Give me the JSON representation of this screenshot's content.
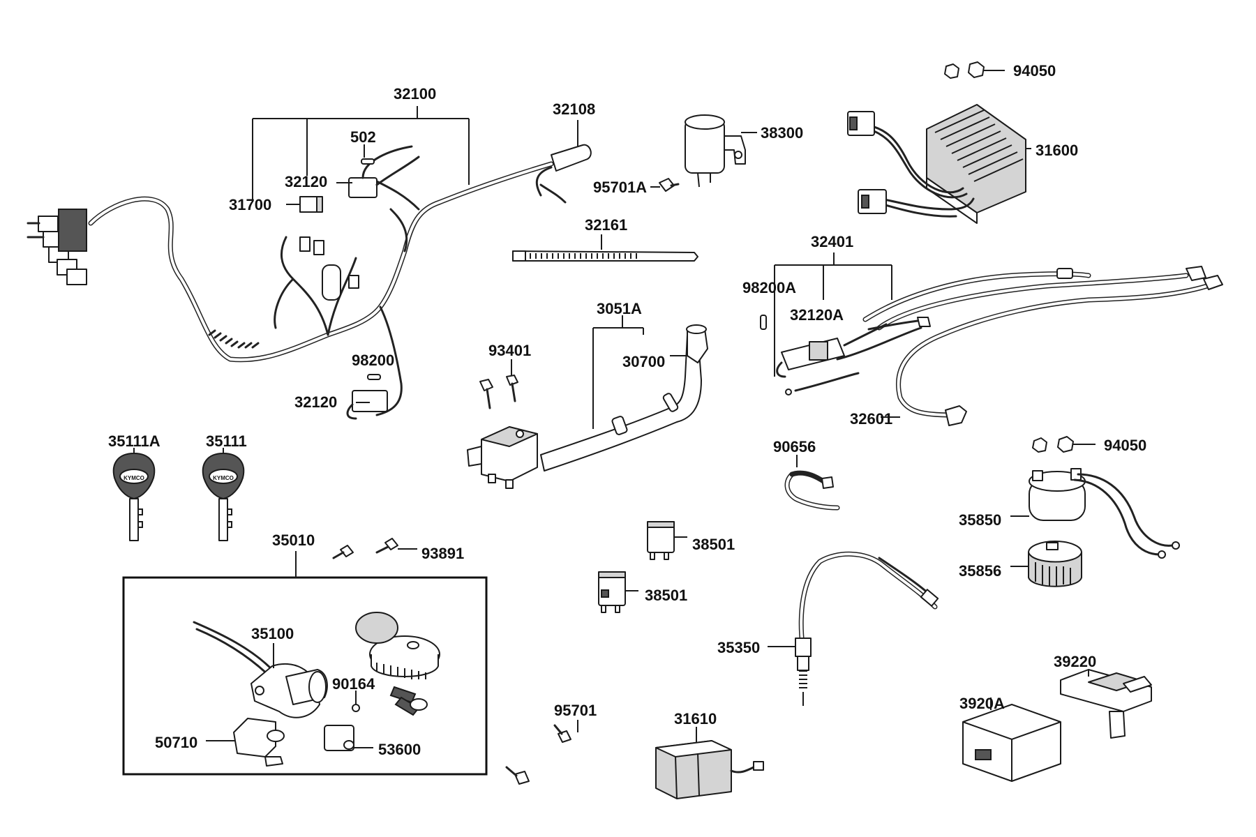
{
  "diagram": {
    "parts": {
      "p32100": "32100",
      "p32108": "32108",
      "p502": "502",
      "p32120_top": "32120",
      "p31700": "31700",
      "p98200": "98200",
      "p32120_bottom": "32120",
      "p38300": "38300",
      "p95701A": "95701A",
      "p32161": "32161",
      "p94050_top": "94050",
      "p31600": "31600",
      "p32401": "32401",
      "p98200A": "98200A",
      "p32120A": "32120A",
      "p32601": "32601",
      "p3051A": "3051A",
      "p30700": "30700",
      "p93401": "93401",
      "p35111A": "35111A",
      "p35111": "35111",
      "p35010": "35010",
      "p93891": "93891",
      "p35100": "35100",
      "p90164": "90164",
      "p50710": "50710",
      "p53600": "53600",
      "p90656": "90656",
      "p94050_mid": "94050",
      "p35850": "35850",
      "p35856": "35856",
      "p38501_a": "38501",
      "p38501_b": "38501",
      "p35350": "35350",
      "p95701": "95701",
      "p31610": "31610",
      "p39220": "39220",
      "p3920A": "3920A"
    },
    "key_brand": "KYMCO",
    "line_color": "#1a1a1a",
    "background_color": "#ffffff"
  }
}
